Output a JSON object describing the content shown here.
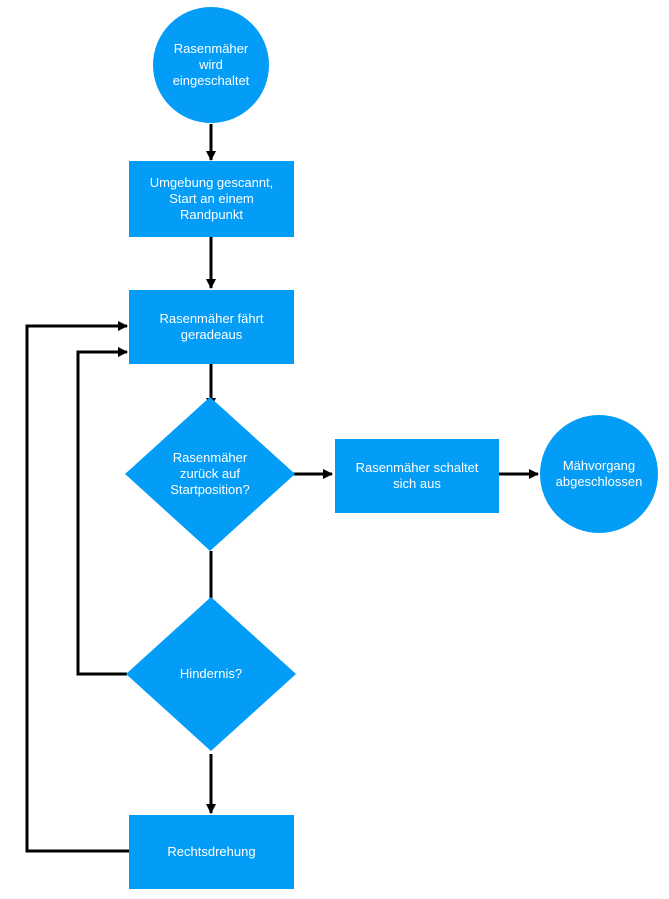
{
  "colors": {
    "node_fill": "#039cf7",
    "node_text": "#ffffff",
    "connector": "#000000",
    "background": "#ffffff"
  },
  "nodes": {
    "start": "Rasenmäher\nwird\neingeschaltet",
    "scan": "Umgebung gescannt,\nStart an einem\nRandpunkt",
    "drive": "Rasenmäher fährt\ngeradeaus",
    "decision_start": "Rasenmäher\nzurück auf\nStartposition?",
    "shutdown": "Rasenmäher schaltet\nsich aus",
    "end": "Mähvorgang\nabgeschlossen",
    "decision_obstacle": "Hindernis?",
    "turn": "Rechtsdrehung"
  }
}
